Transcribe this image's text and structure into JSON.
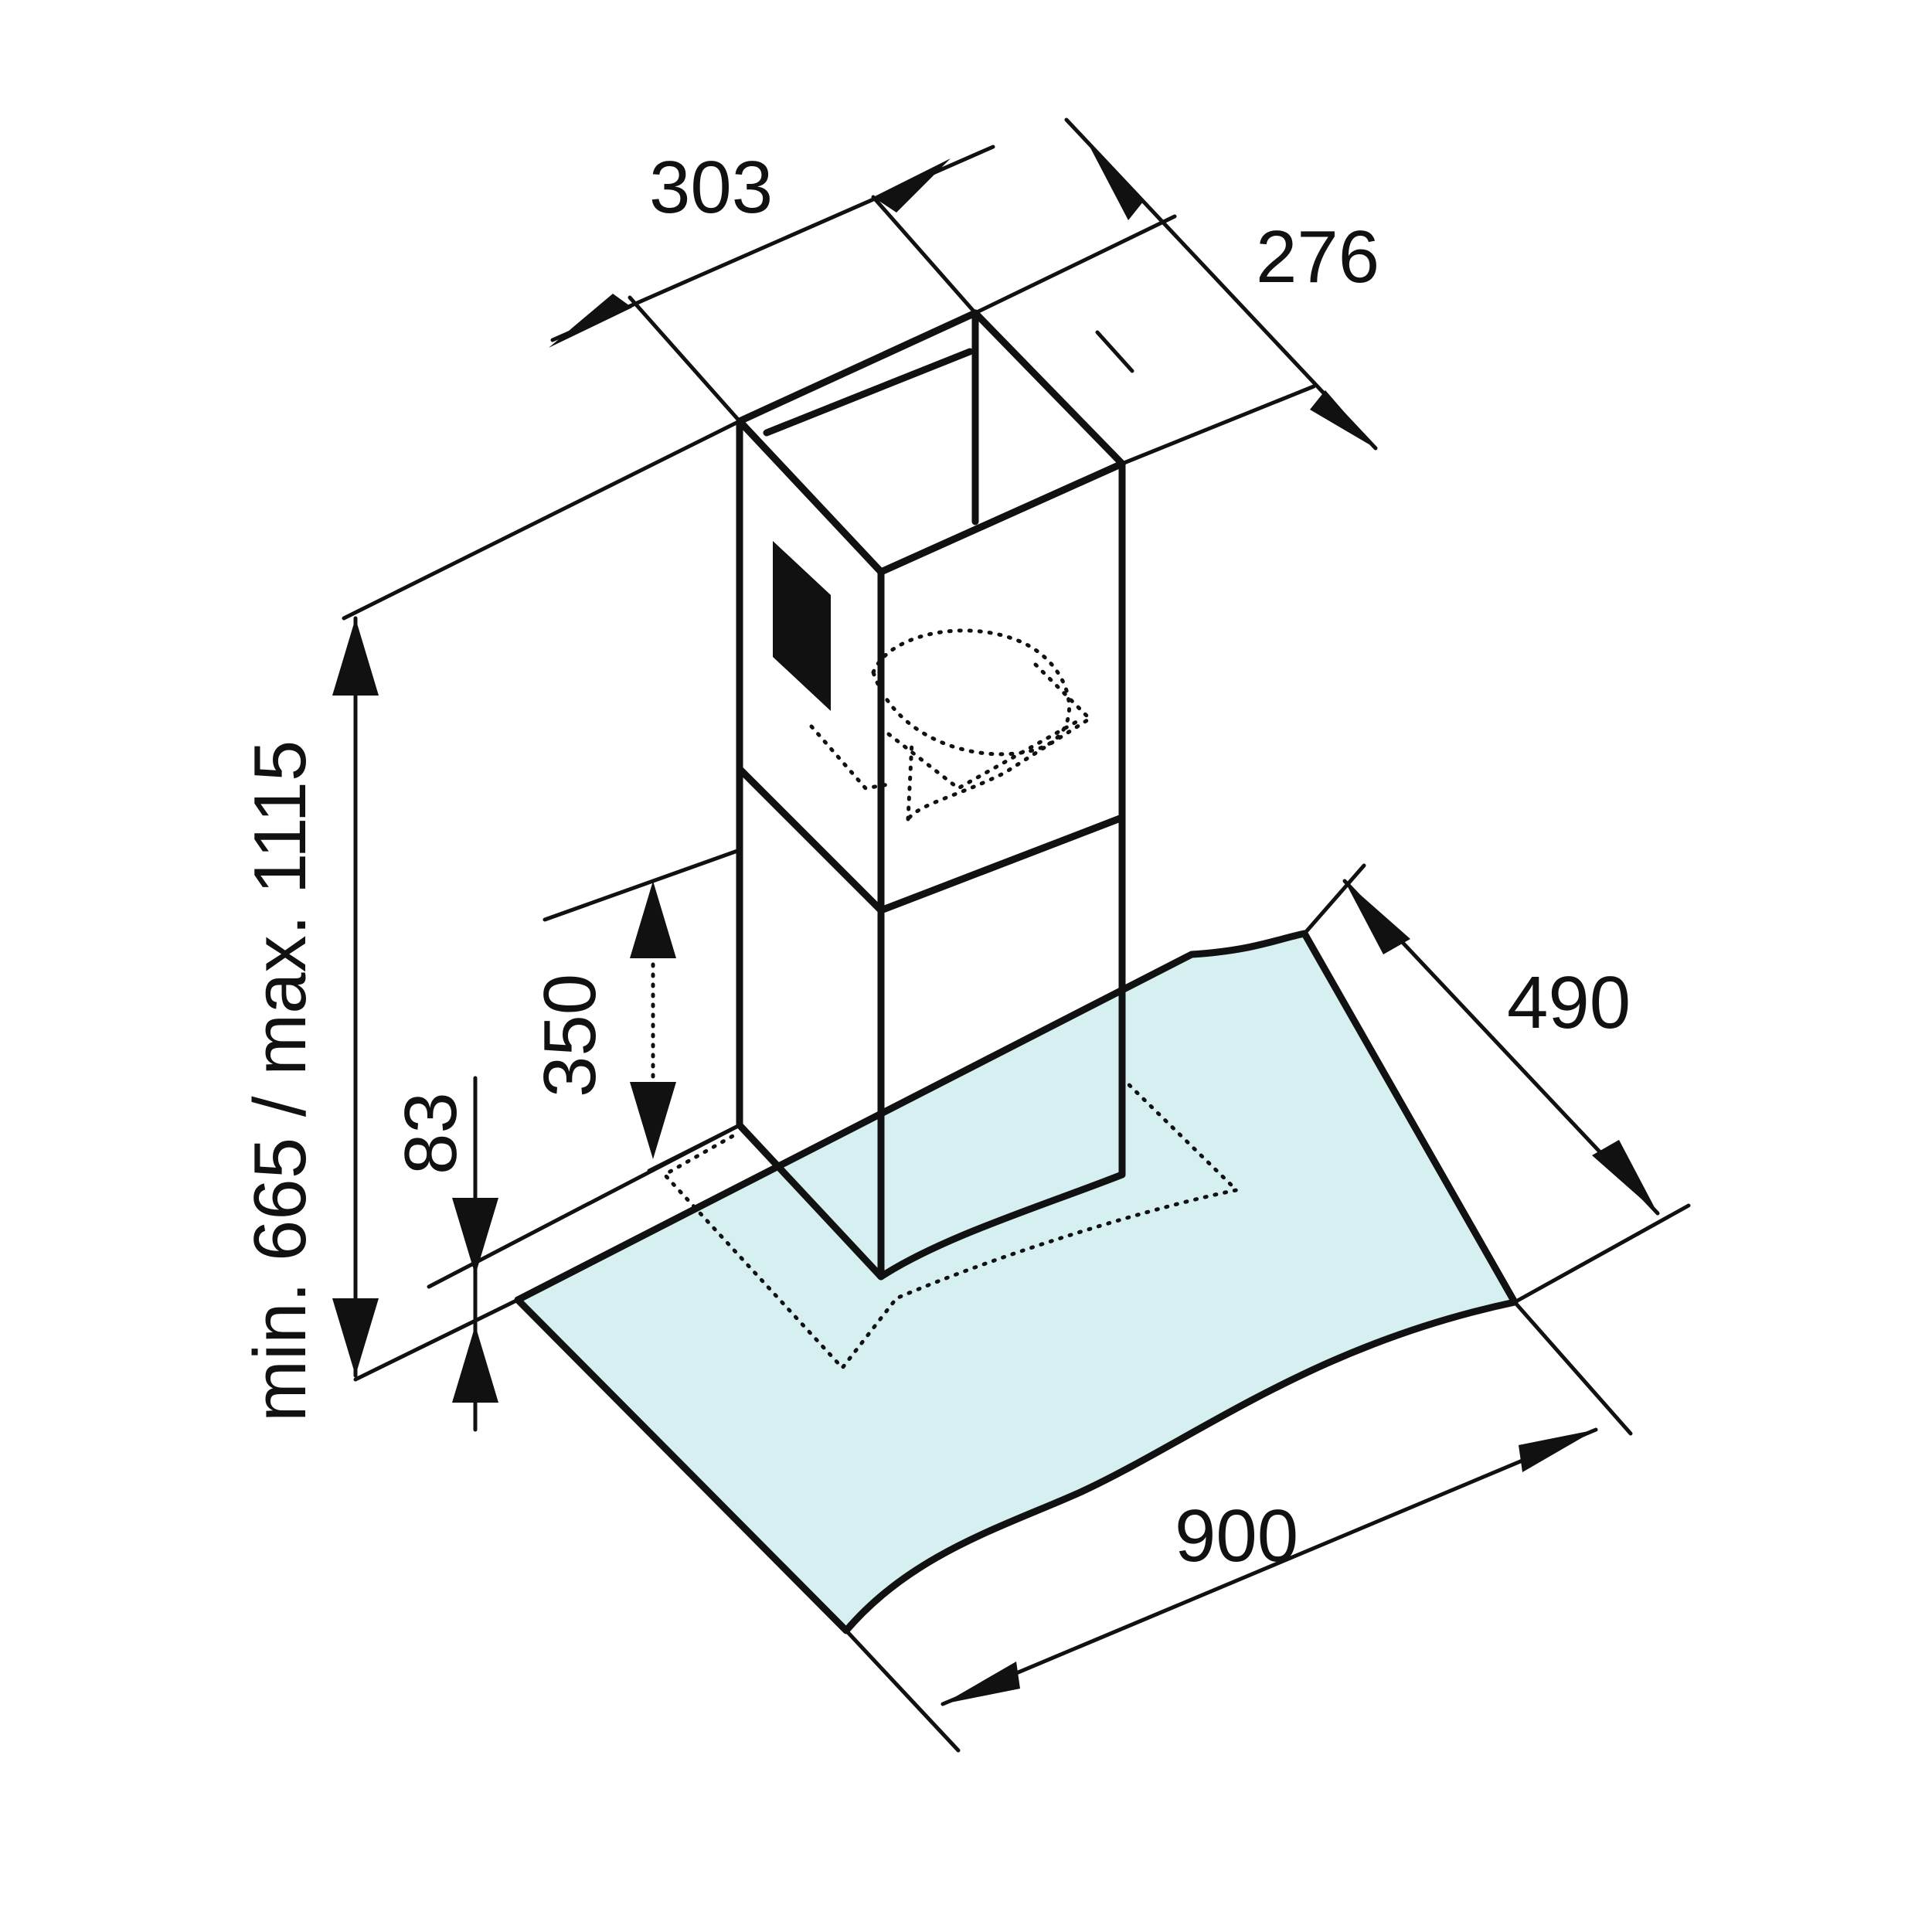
{
  "dimensions": {
    "chimney_width": "303",
    "chimney_depth": "276",
    "hood_depth": "490",
    "hood_width": "900",
    "canopy_height": "350",
    "glass_thickness": "83",
    "total_height": "min. 665 / max. 1115"
  },
  "colors": {
    "glass": "#d6f0f2",
    "line": "#111111"
  }
}
